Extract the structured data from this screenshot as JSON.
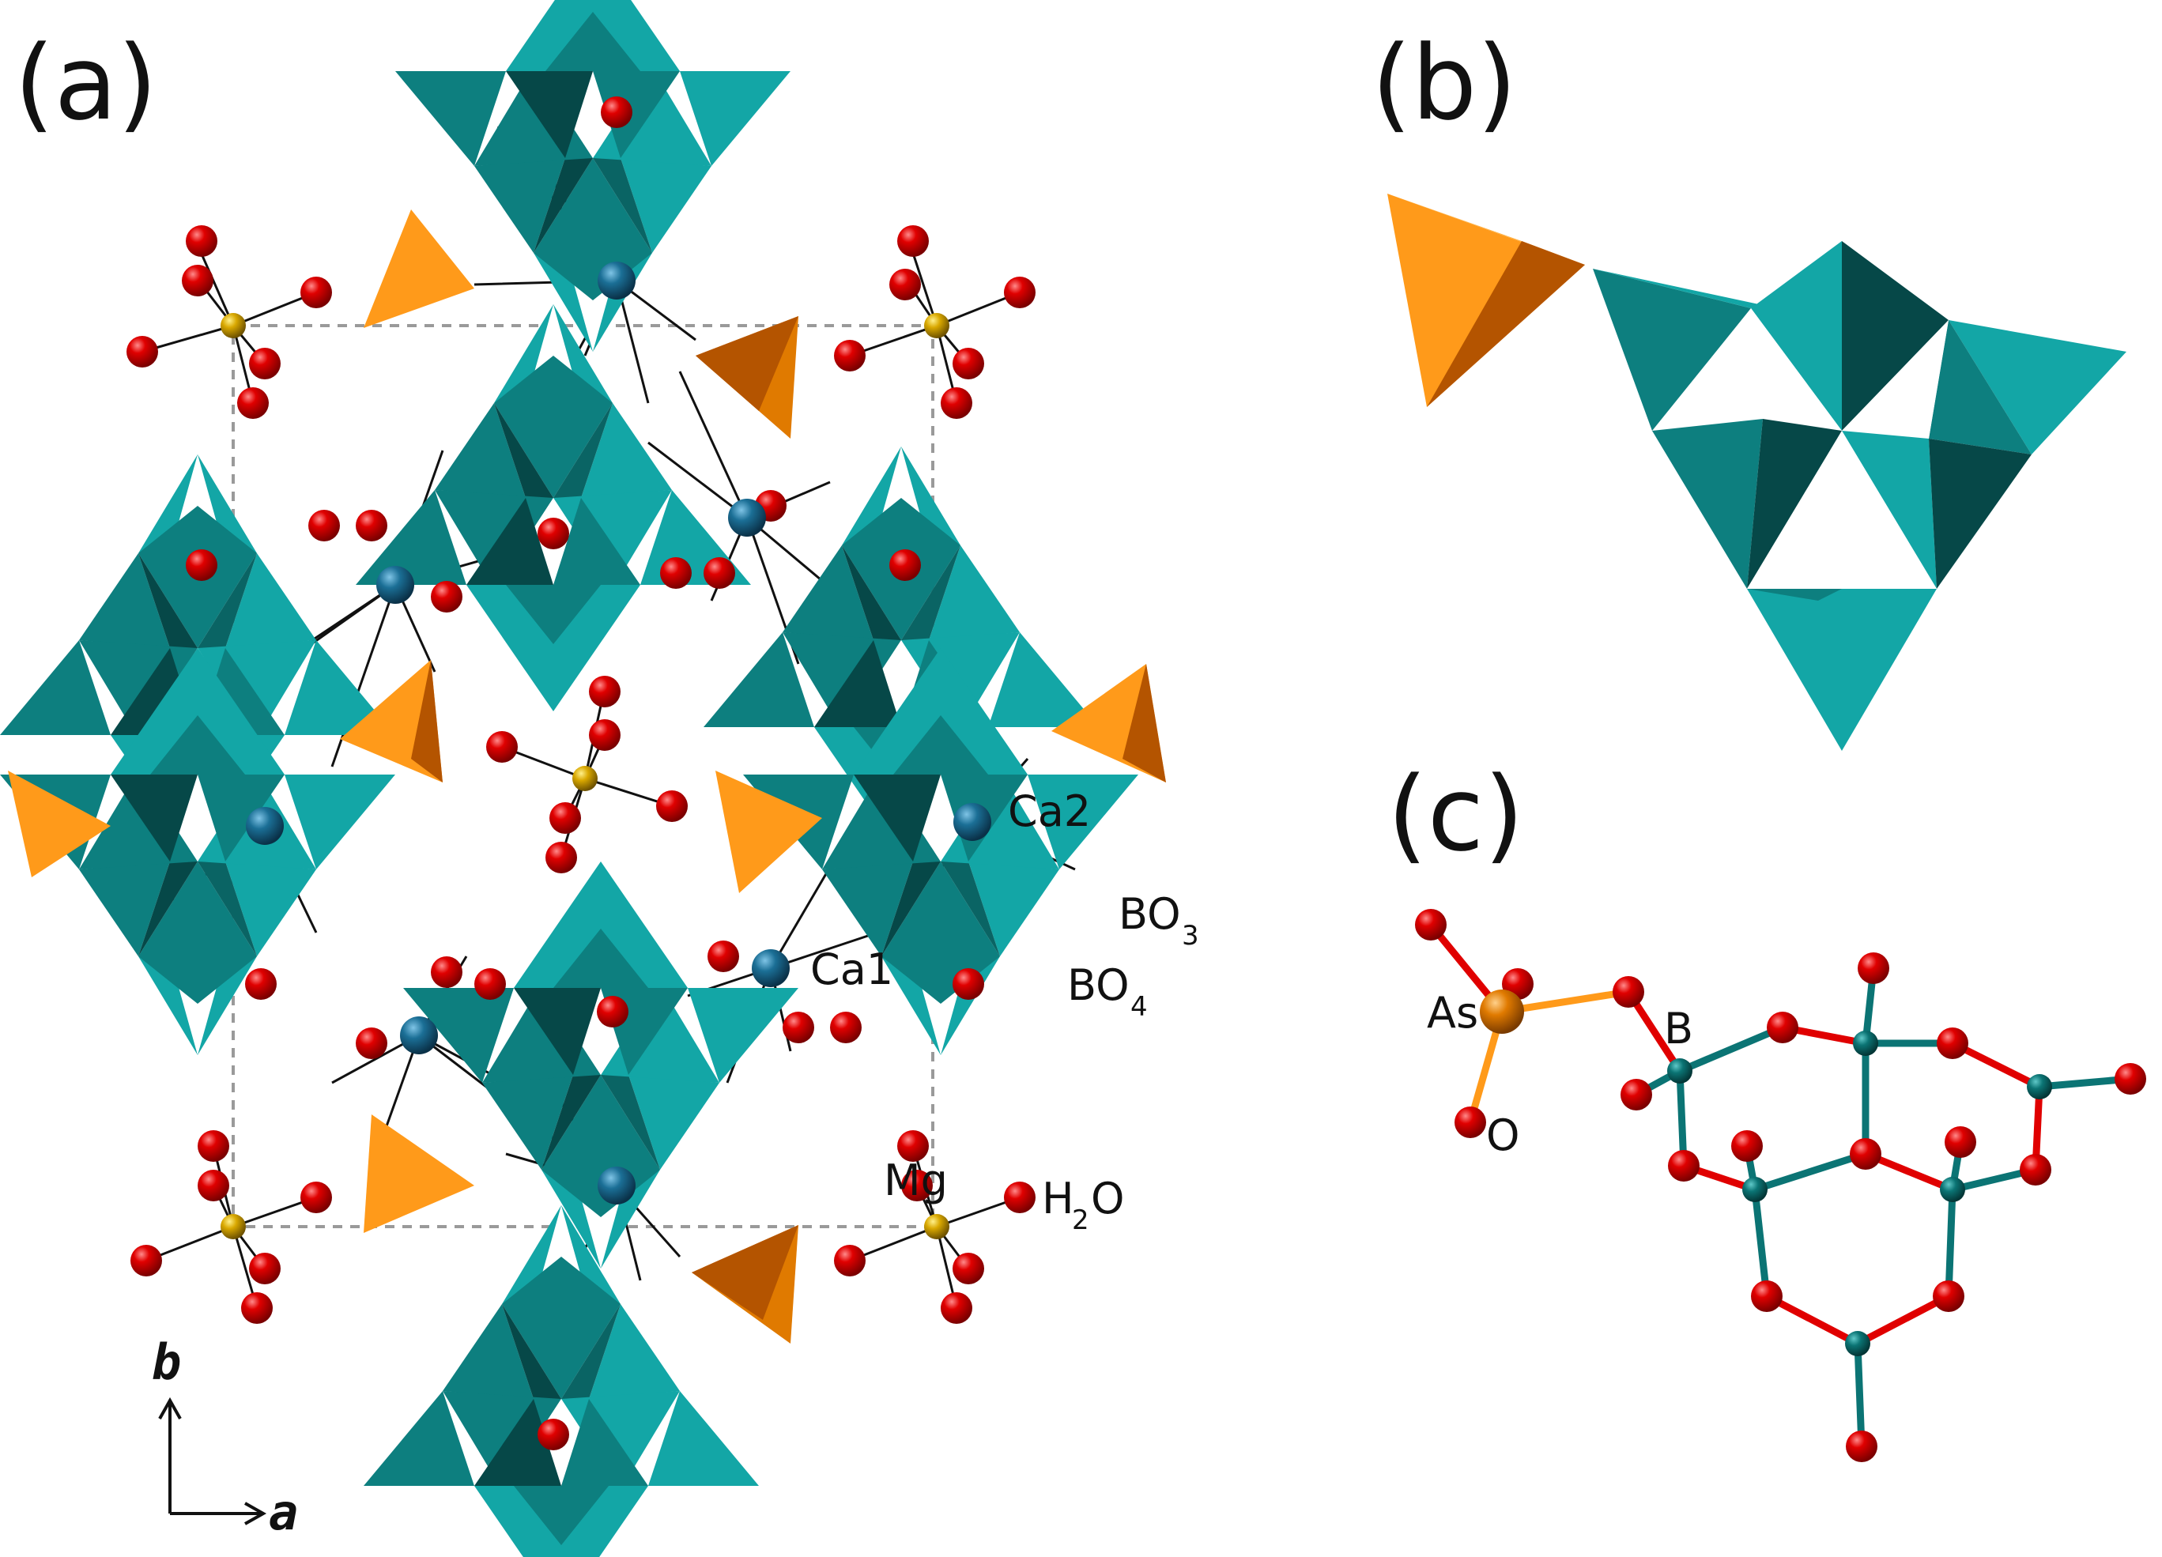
{
  "panels": {
    "a": {
      "label": "(a)",
      "labels": {
        "ca1": "Ca1",
        "ca2": "Ca2",
        "bo3_main": "BO",
        "bo3_sub": "3",
        "bo4_main": "BO",
        "bo4_sub": "4",
        "mg": "Mg",
        "h2o_h": "H",
        "h2o_sub": "2",
        "h2o_o": "O"
      },
      "axes": {
        "b": "b",
        "a": "a"
      }
    },
    "b": {
      "label": "(b)"
    },
    "c": {
      "label": "(c)",
      "labels": {
        "as": "As",
        "b": "B",
        "o": "O"
      }
    }
  },
  "colors": {
    "borate_light": "#13a6a6",
    "borate_mid": "#0d7f7f",
    "borate_dark": "#064848",
    "arsenate_light": "#ff9a1a",
    "arsenate_dark": "#b45400",
    "oxygen": "#e00000",
    "calcium": "#1b6f96",
    "magnesium": "#d9a800",
    "boron": "#0b7474",
    "arsenic": "#e07a00",
    "bond": "#111111",
    "cell": "#9a9a9a"
  },
  "icons": [
    "oxygen-atom-icon",
    "calcium-atom-icon",
    "magnesium-atom-icon",
    "boron-atom-icon",
    "arsenic-atom-icon"
  ]
}
